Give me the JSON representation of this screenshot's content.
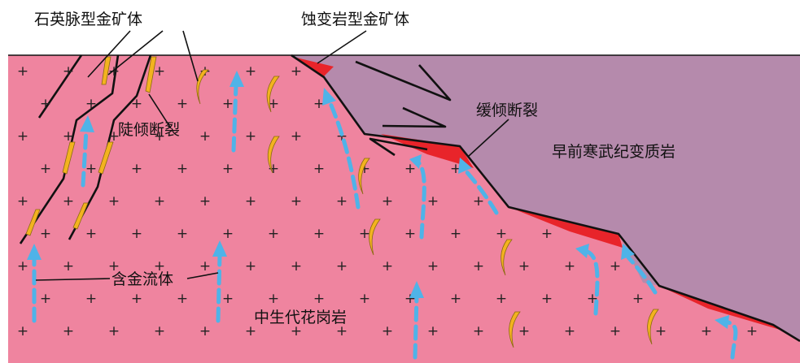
{
  "labels": {
    "quartz_vein_orebody": "石英脉型金矿体",
    "altered_rock_orebody": "蚀变岩型金矿体",
    "steep_fault": "陡倾断裂",
    "gentle_fault": "缓倾断裂",
    "precambrian_metamorphic": "早前寒武纪变质岩",
    "gold_bearing_fluid": "含金流体",
    "mesozoic_granite": "中生代花岗岩"
  },
  "colors": {
    "granite": "#ef849f",
    "metamorphic": "#b58aac",
    "altered_ore": "#e8242a",
    "quartz_vein": "#f3b31f",
    "fluid": "#4fb3e8",
    "fault_line": "#111111"
  },
  "symbols": {
    "granite_mark": "+"
  }
}
